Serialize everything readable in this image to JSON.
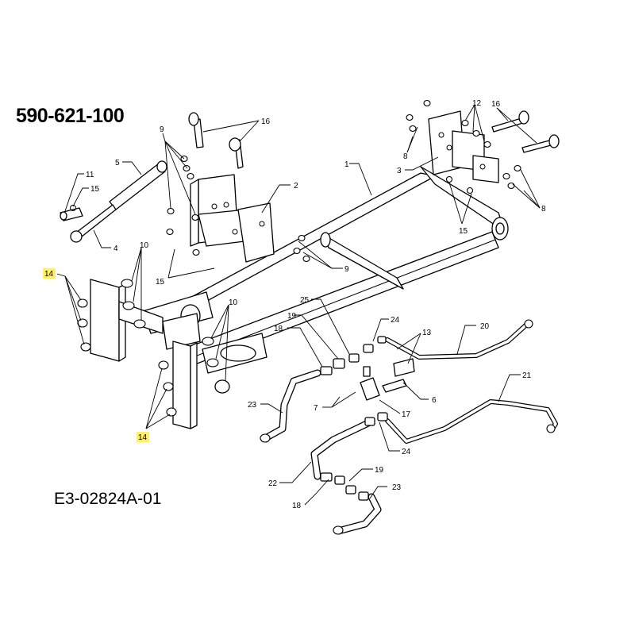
{
  "diagram": {
    "part_number": "590-621-100",
    "reference_code": "E3-02824A-01",
    "highlight_color": "#ffef6e",
    "callouts": [
      {
        "id": "c1",
        "label": "1"
      },
      {
        "id": "c2",
        "label": "2"
      },
      {
        "id": "c3",
        "label": "3"
      },
      {
        "id": "c4",
        "label": "4"
      },
      {
        "id": "c5",
        "label": "5"
      },
      {
        "id": "c6",
        "label": "6"
      },
      {
        "id": "c7",
        "label": "7"
      },
      {
        "id": "c8a",
        "label": "8"
      },
      {
        "id": "c8b",
        "label": "8"
      },
      {
        "id": "c9a",
        "label": "9"
      },
      {
        "id": "c9b",
        "label": "9"
      },
      {
        "id": "c10a",
        "label": "10"
      },
      {
        "id": "c10b",
        "label": "10"
      },
      {
        "id": "c11",
        "label": "11"
      },
      {
        "id": "c12",
        "label": "12"
      },
      {
        "id": "c13",
        "label": "13"
      },
      {
        "id": "c14a",
        "label": "14"
      },
      {
        "id": "c14b",
        "label": "14"
      },
      {
        "id": "c15a",
        "label": "15"
      },
      {
        "id": "c15b",
        "label": "15"
      },
      {
        "id": "c15c",
        "label": "15"
      },
      {
        "id": "c16a",
        "label": "16"
      },
      {
        "id": "c16b",
        "label": "16"
      },
      {
        "id": "c17",
        "label": "17"
      },
      {
        "id": "c18a",
        "label": "18"
      },
      {
        "id": "c18b",
        "label": "18"
      },
      {
        "id": "c19a",
        "label": "19"
      },
      {
        "id": "c19b",
        "label": "19"
      },
      {
        "id": "c20",
        "label": "20"
      },
      {
        "id": "c21",
        "label": "21"
      },
      {
        "id": "c22",
        "label": "22"
      },
      {
        "id": "c23a",
        "label": "23"
      },
      {
        "id": "c23b",
        "label": "23"
      },
      {
        "id": "c24a",
        "label": "24"
      },
      {
        "id": "c24b",
        "label": "24"
      },
      {
        "id": "c25",
        "label": "25"
      }
    ]
  }
}
